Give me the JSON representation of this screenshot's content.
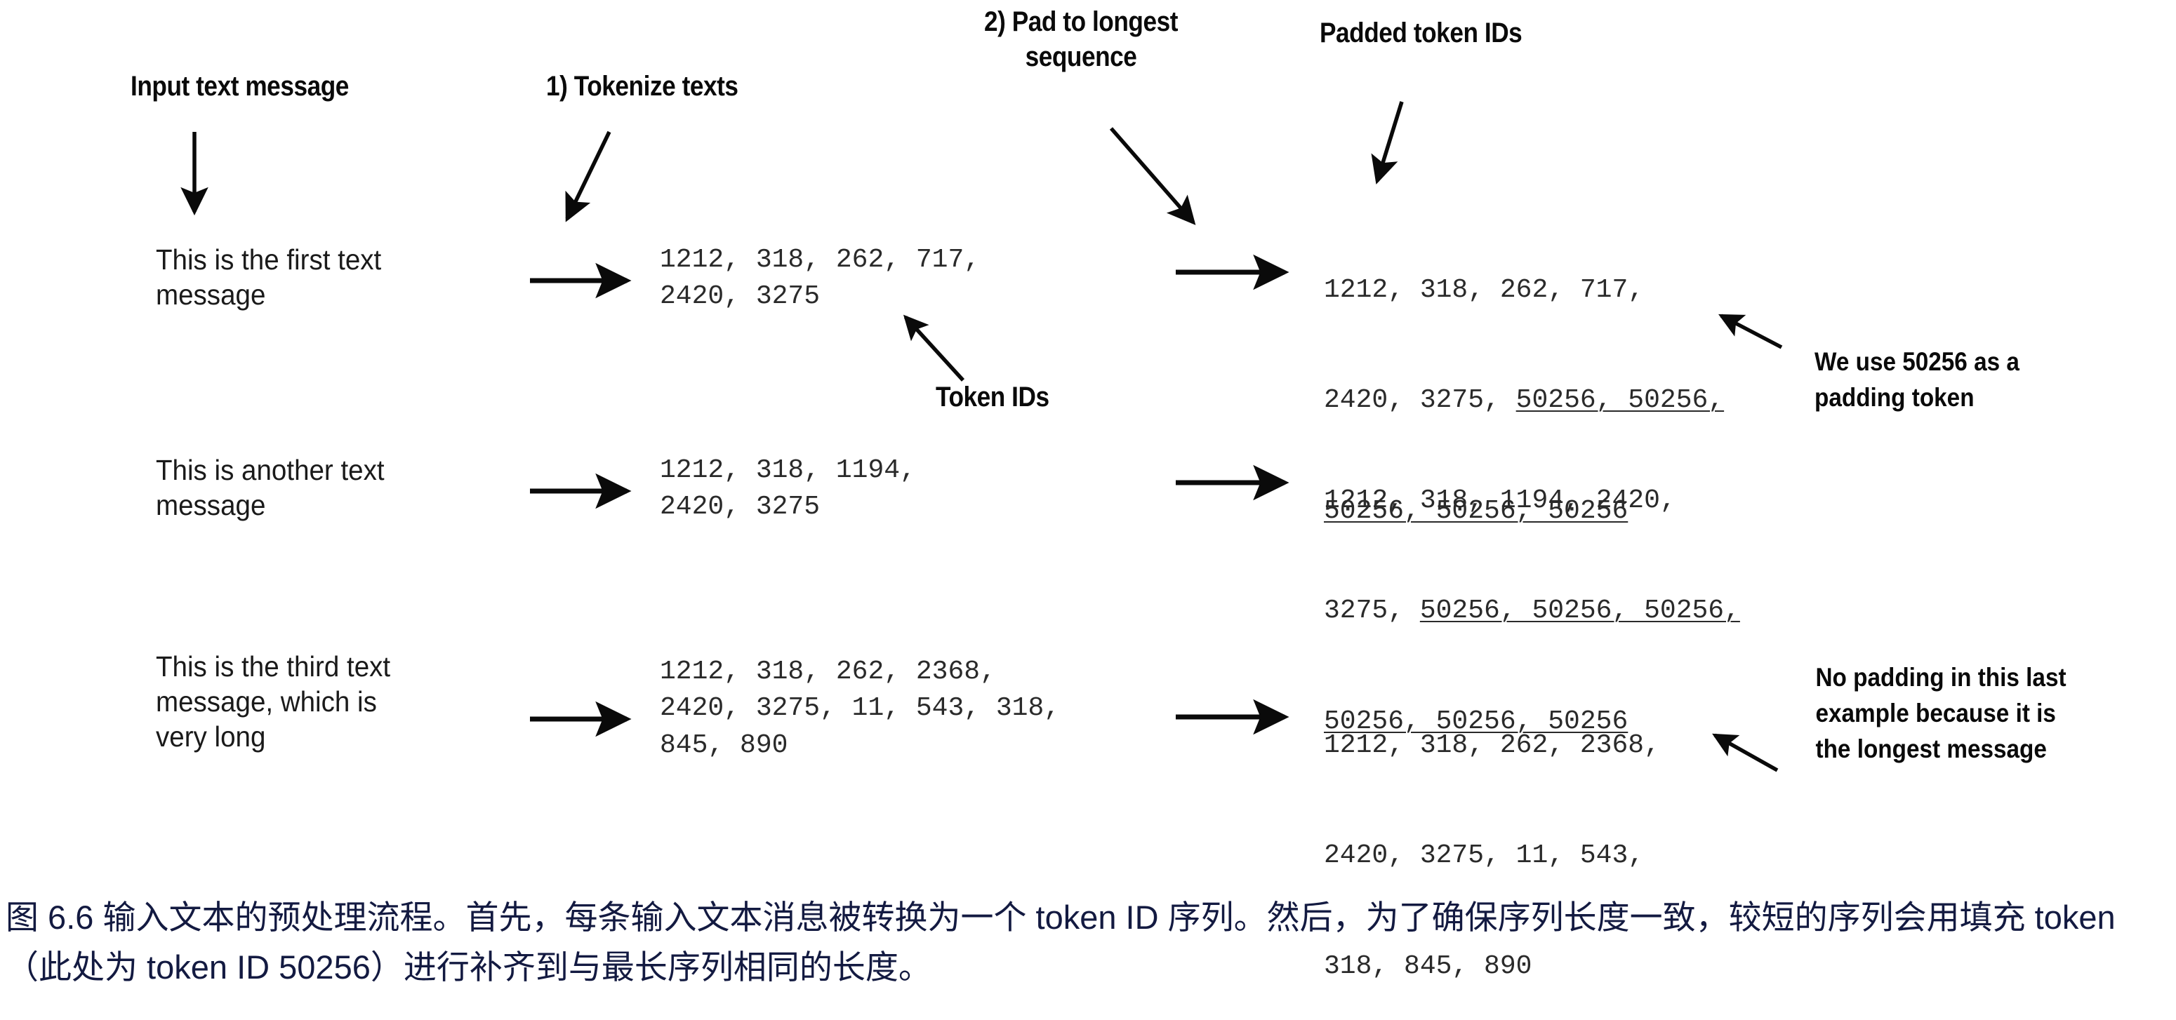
{
  "headers": {
    "input_text_message": "Input text message",
    "step1": "1) Tokenize texts",
    "step2": "2) Pad to longest\nsequence",
    "padded_token_ids": "Padded token IDs"
  },
  "labels": {
    "token_ids": "Token IDs"
  },
  "rows": [
    {
      "message": "This is the first text\nmessage",
      "token_ids": "1212, 318, 262, 717,\n2420, 3275",
      "padded_lines": [
        [
          {
            "t": "1212, 318, 262, 717,",
            "pad": false
          }
        ],
        [
          {
            "t": "2420, 3275, ",
            "pad": false
          },
          {
            "t": "50256, 50256,",
            "pad": true
          }
        ],
        [
          {
            "t": "50256, 50256, 50256",
            "pad": true
          }
        ]
      ]
    },
    {
      "message": "This is another text\nmessage",
      "token_ids": "1212, 318, 1194,\n2420, 3275",
      "padded_lines": [
        [
          {
            "t": "1212, 318, 1194, 2420,",
            "pad": false
          }
        ],
        [
          {
            "t": "3275, ",
            "pad": false
          },
          {
            "t": "50256, 50256, 50256,",
            "pad": true
          }
        ],
        [
          {
            "t": "50256, 50256, 50256",
            "pad": true
          }
        ]
      ]
    },
    {
      "message": "This is the third text\nmessage, which is\nvery long",
      "token_ids": "1212, 318, 262, 2368,\n2420, 3275, 11, 543, 318,\n845, 890",
      "padded_lines": [
        [
          {
            "t": "1212, 318, 262, 2368,",
            "pad": false
          }
        ],
        [
          {
            "t": "2420, 3275, 11, 543,",
            "pad": false
          }
        ],
        [
          {
            "t": "318, 845, 890",
            "pad": false
          }
        ]
      ]
    }
  ],
  "notes": {
    "padding_token": "We use 50256 as a\npadding token",
    "no_padding": "No padding in this last\nexample because it is\nthe longest message"
  },
  "caption": {
    "text": "图 6.6 输入文本的预处理流程。首先，每条输入文本消息被转换为一个 token ID 序列。然后，为了确保序列长度一致，较短的序列会用填充 token（此处为 token ID 50256）进行补齐到与最长序列相同的长度。"
  },
  "colors": {
    "ink": "#0a0a0a",
    "mono_ink": "#2a2a2a",
    "caption_ink": "#131a41",
    "background": "#ffffff"
  }
}
